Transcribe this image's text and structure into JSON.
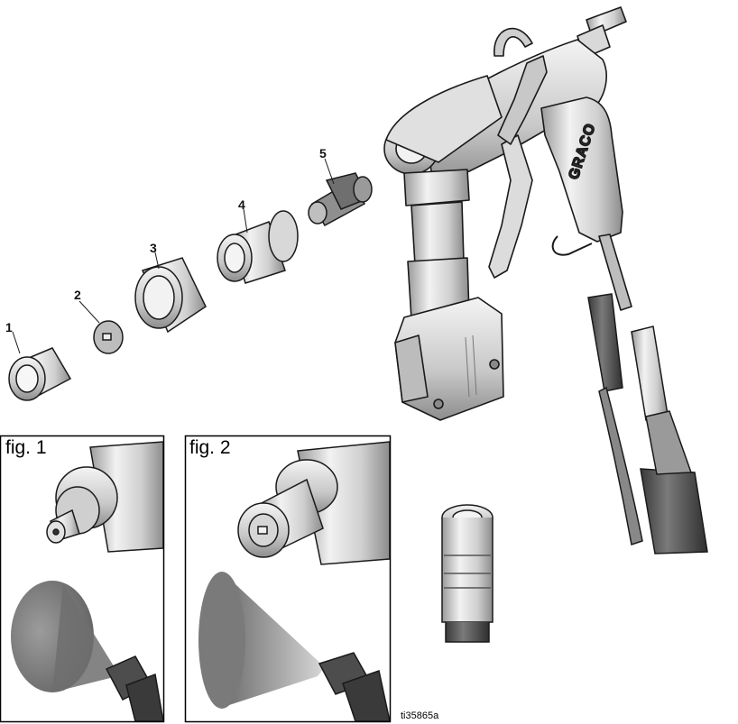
{
  "parts": {
    "callouts": [
      {
        "number": "1"
      },
      {
        "number": "2"
      },
      {
        "number": "3"
      },
      {
        "number": "4"
      },
      {
        "number": "5"
      }
    ]
  },
  "gun": {
    "brand": "GRACO"
  },
  "insets": {
    "fig1": {
      "label": "fig. 1"
    },
    "fig2": {
      "label": "fig. 2"
    }
  },
  "file_id": "ti35865a",
  "colors": {
    "metal_light": "#e6e6e6",
    "metal_mid": "#b5b5b5",
    "metal_dark": "#5a5a5a",
    "line": "#1a1a1a"
  }
}
